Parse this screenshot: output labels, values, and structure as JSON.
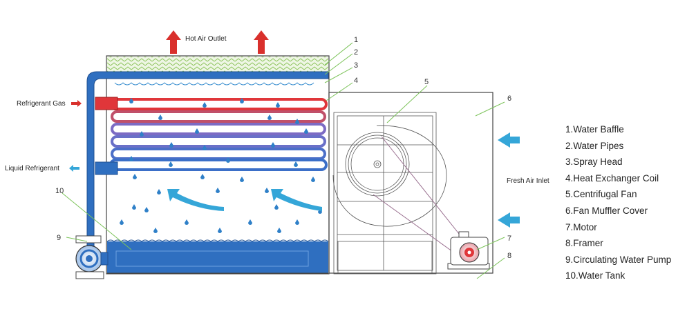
{
  "labels": {
    "hot_air_outlet": "Hot Air Outlet",
    "refrigerant_gas": "Refrigerant Gas",
    "liquid_refrigerant": "Liquid Refrigerant",
    "fresh_air_inlet": "Fresh Air Inlet"
  },
  "callouts": [
    "1",
    "2",
    "3",
    "4",
    "5",
    "6",
    "7",
    "8",
    "9",
    "10"
  ],
  "legend": [
    "1.Water Baffle",
    "2.Water Pipes",
    "3.Spray Head",
    "4.Heat Exchanger Coil",
    "5.Centrifugal Fan",
    "6.Fan Muffler Cover",
    "7.Motor",
    "8.Framer",
    "9.Circulating Water Pump",
    "10.Water Tank"
  ],
  "colors": {
    "hot_arrow": "#d9302c",
    "water_blue": "#2f6fc0",
    "light_blue": "#35a6d8",
    "coil_red": "#e0363a",
    "coil_purple": "#7c6bc4",
    "coil_blue": "#3b6fc8",
    "baffle_green": "#9ccc6a",
    "leader_green": "#7cc35a"
  }
}
